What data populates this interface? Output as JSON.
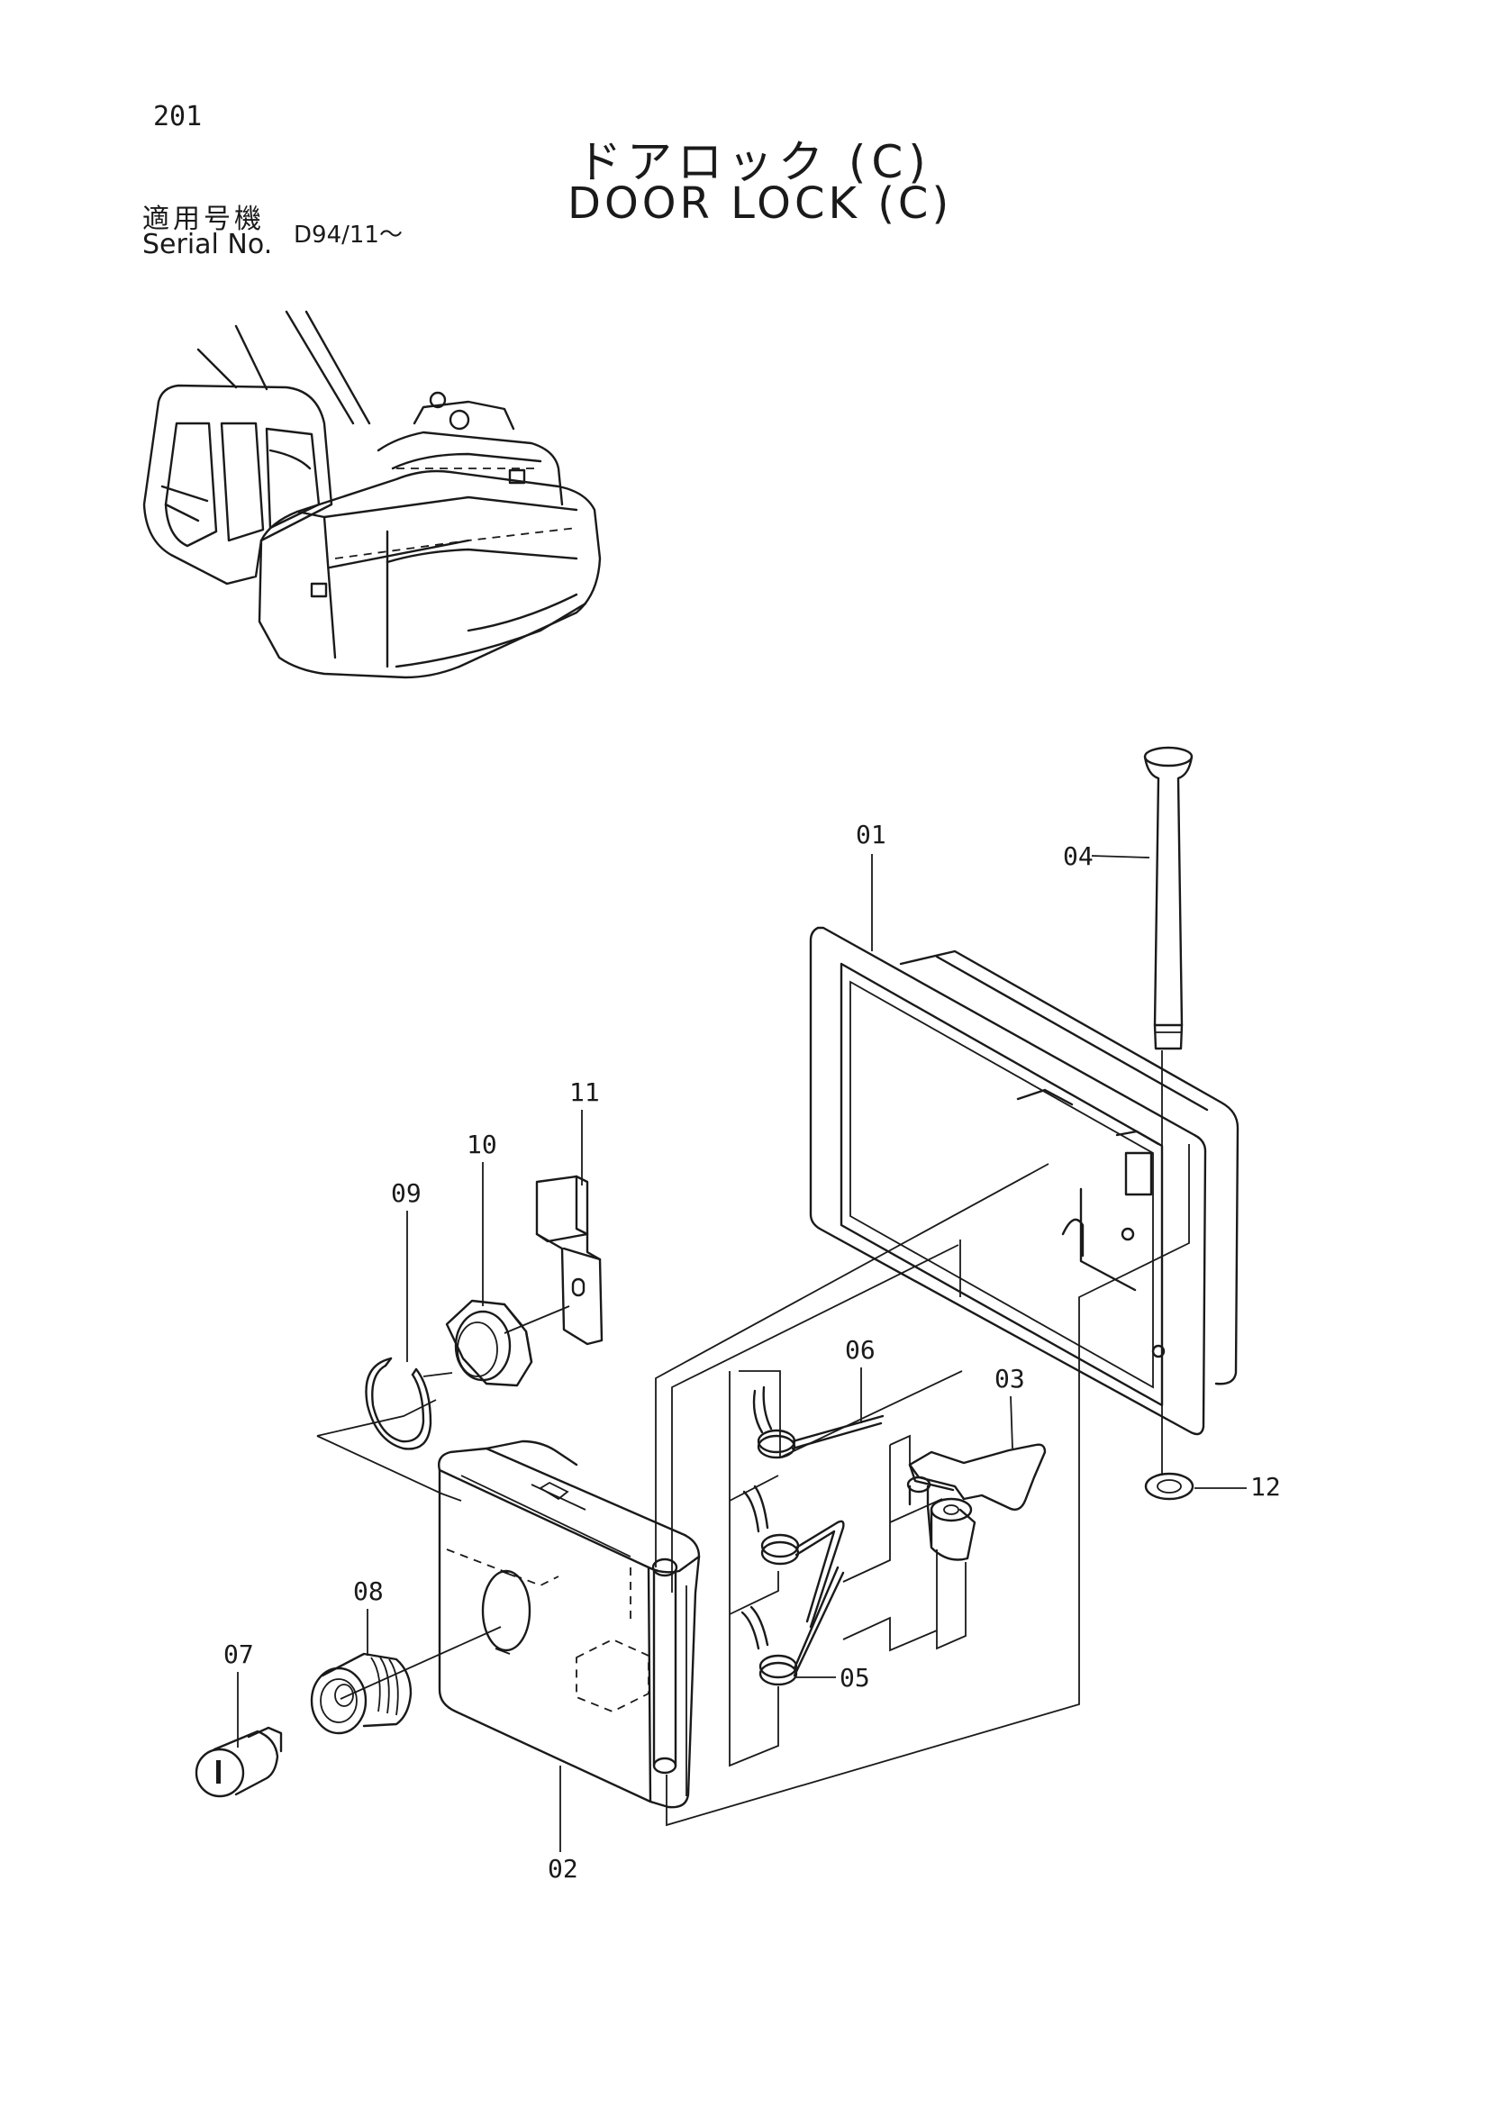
{
  "page_number": "201",
  "title_jp": "ドアロック (C)",
  "title_en": "DOOR LOCK (C)",
  "serial_label_jp": "適用号機",
  "serial_label_en": "Serial No.",
  "serial_value": "D94/11～",
  "part_callouts": [
    "01",
    "02",
    "03",
    "04",
    "05",
    "06",
    "07",
    "08",
    "09",
    "10",
    "11",
    "12"
  ]
}
